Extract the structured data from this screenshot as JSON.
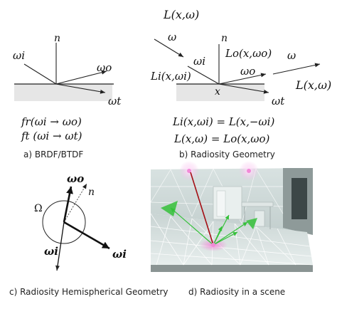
{
  "panel_a": {
    "label_n": "n",
    "label_wi": "ωi",
    "label_wo": "ωo",
    "label_wt": "ωt",
    "eq_r": "fr(ωi → ωo)",
    "eq_t": "ft (ωi → ωt)",
    "caption": "a) BRDF/BTDF"
  },
  "panel_b": {
    "label_L_top": "L(x,ω)",
    "label_w_top": "ω",
    "label_n": "n",
    "label_Lo": "Lo(x,ωo)",
    "label_w_right": "ω",
    "label_wi": "ωi",
    "label_wo": "ωo",
    "label_Li": "Li(x,ωi)",
    "label_L_right": "L(x,ω)",
    "label_x": "x",
    "label_wt": "ωt",
    "eq1": "Li(x,ωi) = L(x,−ωi)",
    "eq2": "L(x,ω) = Lo(x,ωo)",
    "caption": "b) Radiosity Geometry"
  },
  "panel_c": {
    "label_wo": "ωo",
    "label_n": "n",
    "label_Omega": "Ω",
    "label_wi_right": "ωi",
    "label_wi_bottom": "ωi",
    "caption": "c) Radiosity Hemispherical Geometry"
  },
  "panel_d": {
    "caption": "d) Radiosity in a scene"
  },
  "colors": {
    "surface": "#e6e6e6",
    "scene_floor": "#cfd8d8",
    "scene_wall": "#dfe7e6",
    "green": "#35c13a",
    "red": "#a40e14",
    "pink": "#f28ad8"
  }
}
